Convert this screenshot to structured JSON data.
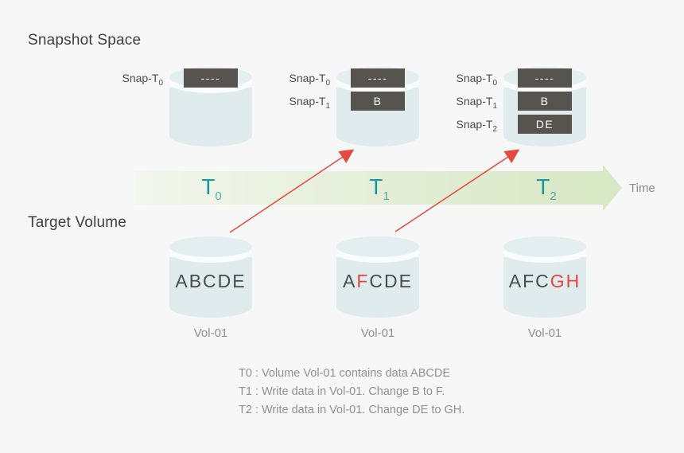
{
  "titles": {
    "snapshot_space": "Snapshot Space",
    "target_volume": "Target Volume"
  },
  "timeline": {
    "labels": [
      {
        "base": "T",
        "sub": "0"
      },
      {
        "base": "T",
        "sub": "1"
      },
      {
        "base": "T",
        "sub": "2"
      }
    ],
    "axis_label": "Time"
  },
  "snapshots": [
    {
      "rows": [
        {
          "label_base": "Snap-T",
          "label_sub": "0",
          "value": "----"
        }
      ]
    },
    {
      "rows": [
        {
          "label_base": "Snap-T",
          "label_sub": "0",
          "value": "----"
        },
        {
          "label_base": "Snap-T",
          "label_sub": "1",
          "value": "B"
        }
      ]
    },
    {
      "rows": [
        {
          "label_base": "Snap-T",
          "label_sub": "0",
          "value": "----"
        },
        {
          "label_base": "Snap-T",
          "label_sub": "1",
          "value": "B"
        },
        {
          "label_base": "Snap-T",
          "label_sub": "2",
          "value": "DE"
        }
      ]
    }
  ],
  "volumes": [
    {
      "name": "Vol-01",
      "letters": [
        {
          "ch": "A",
          "cls": "ltr"
        },
        {
          "ch": "B",
          "cls": "ltr"
        },
        {
          "ch": "C",
          "cls": "ltr"
        },
        {
          "ch": "D",
          "cls": "ltr"
        },
        {
          "ch": "E",
          "cls": "ltr"
        }
      ]
    },
    {
      "name": "Vol-01",
      "letters": [
        {
          "ch": "A",
          "cls": "ltr"
        },
        {
          "ch": "F",
          "cls": "ltr red"
        },
        {
          "ch": "C",
          "cls": "ltr"
        },
        {
          "ch": "D",
          "cls": "ltr"
        },
        {
          "ch": "E",
          "cls": "ltr"
        }
      ]
    },
    {
      "name": "Vol-01",
      "letters": [
        {
          "ch": "A",
          "cls": "ltr"
        },
        {
          "ch": "F",
          "cls": "ltr"
        },
        {
          "ch": "C",
          "cls": "ltr"
        },
        {
          "ch": "G",
          "cls": "ltr red"
        },
        {
          "ch": "H",
          "cls": "ltr red"
        }
      ]
    }
  ],
  "notes": [
    "T0 : Volume Vol-01 contains data ABCDE",
    "T1 : Write data in Vol-01. Change B to F.",
    "T2 : Write data in Vol-01. Change DE to GH."
  ],
  "colors": {
    "background": "#f7f7f7",
    "cylinder": "#dfebed",
    "snapshot_block": "#57534e",
    "timeline_green": "#d8e7c4",
    "teal_accent": "#1899a1",
    "highlight_red": "#e5483f",
    "text_dark": "#3f3f3f",
    "text_gray": "#909090"
  }
}
